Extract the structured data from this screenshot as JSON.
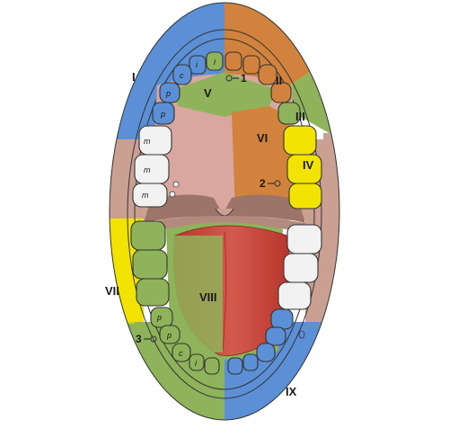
{
  "region_labels": {
    "r1": "I",
    "r2": "II",
    "r3": "III",
    "r4": "IV",
    "r5": "V",
    "r6": "VI",
    "r7": "VII",
    "r8": "VIII",
    "r9": "IX"
  },
  "markers": {
    "m1": "1",
    "m2": "2",
    "m3": "3"
  },
  "tooth_labels": {
    "incisor": "i",
    "canine": "c",
    "premolar": "p",
    "molar": "m"
  },
  "colors": {
    "blue": "#5b8fd6",
    "orange": "#d1823c",
    "green": "#8fb35a",
    "yellow": "#f2e400",
    "pink": "#d9a7a0",
    "skin": "#caa093",
    "brown": "#9c7468",
    "tongue": "#c4463c",
    "white": "#f2f2f2"
  },
  "icons": {
    "pointer_1": "pointer-arrow-icon",
    "pointer_2": "pointer-arrow-icon",
    "pointer_3": "pointer-arrow-icon"
  }
}
